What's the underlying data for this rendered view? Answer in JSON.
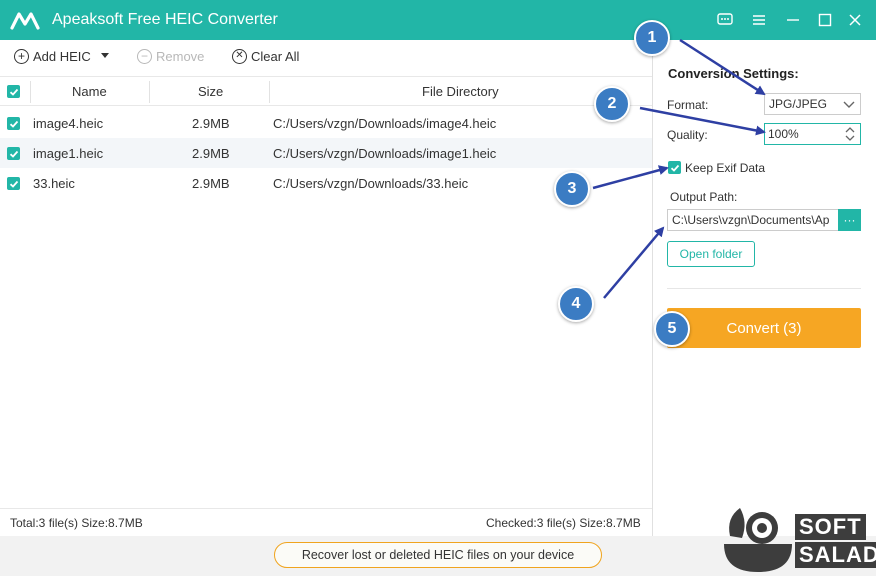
{
  "window": {
    "title": "Apeaksoft Free HEIC Converter"
  },
  "toolbar": {
    "add_label": "Add HEIC",
    "remove_label": "Remove",
    "clear_label": "Clear All"
  },
  "table": {
    "columns": [
      "Name",
      "Size",
      "File Directory"
    ],
    "rows": [
      {
        "name": "image4.heic",
        "size": "2.9MB",
        "dir": "C:/Users/vzgn/Downloads/image4.heic",
        "checked": true
      },
      {
        "name": "image1.heic",
        "size": "2.9MB",
        "dir": "C:/Users/vzgn/Downloads/image1.heic",
        "checked": true
      },
      {
        "name": "33.heic",
        "size": "2.9MB",
        "dir": "C:/Users/vzgn/Downloads/33.heic",
        "checked": true
      }
    ]
  },
  "status": {
    "total": "Total:3 file(s) Size:8.7MB",
    "checked": "Checked:3 file(s) Size:8.7MB"
  },
  "bottom": {
    "recover_label": "Recover lost or deleted HEIC files on your device"
  },
  "settings": {
    "title": "Conversion Settings:",
    "format_label": "Format:",
    "format_value": "JPG/JPEG",
    "quality_label": "Quality:",
    "quality_value": "100%",
    "keep_exif_label": "Keep Exif Data",
    "keep_exif_checked": true,
    "output_label": "Output Path:",
    "output_value": "C:\\Users\\vzgn\\Documents\\Ap",
    "browse_label": "···",
    "open_folder_label": "Open folder",
    "convert_label": "Convert (3)"
  },
  "annotations": [
    "1",
    "2",
    "3",
    "4",
    "5"
  ],
  "watermark": {
    "line1": "SOFT",
    "line2": "SALAD"
  },
  "colors": {
    "accent": "#22b6a7",
    "convert": "#f6a623",
    "badge": "#3b7cc3",
    "arrow": "#2e3fa3"
  }
}
